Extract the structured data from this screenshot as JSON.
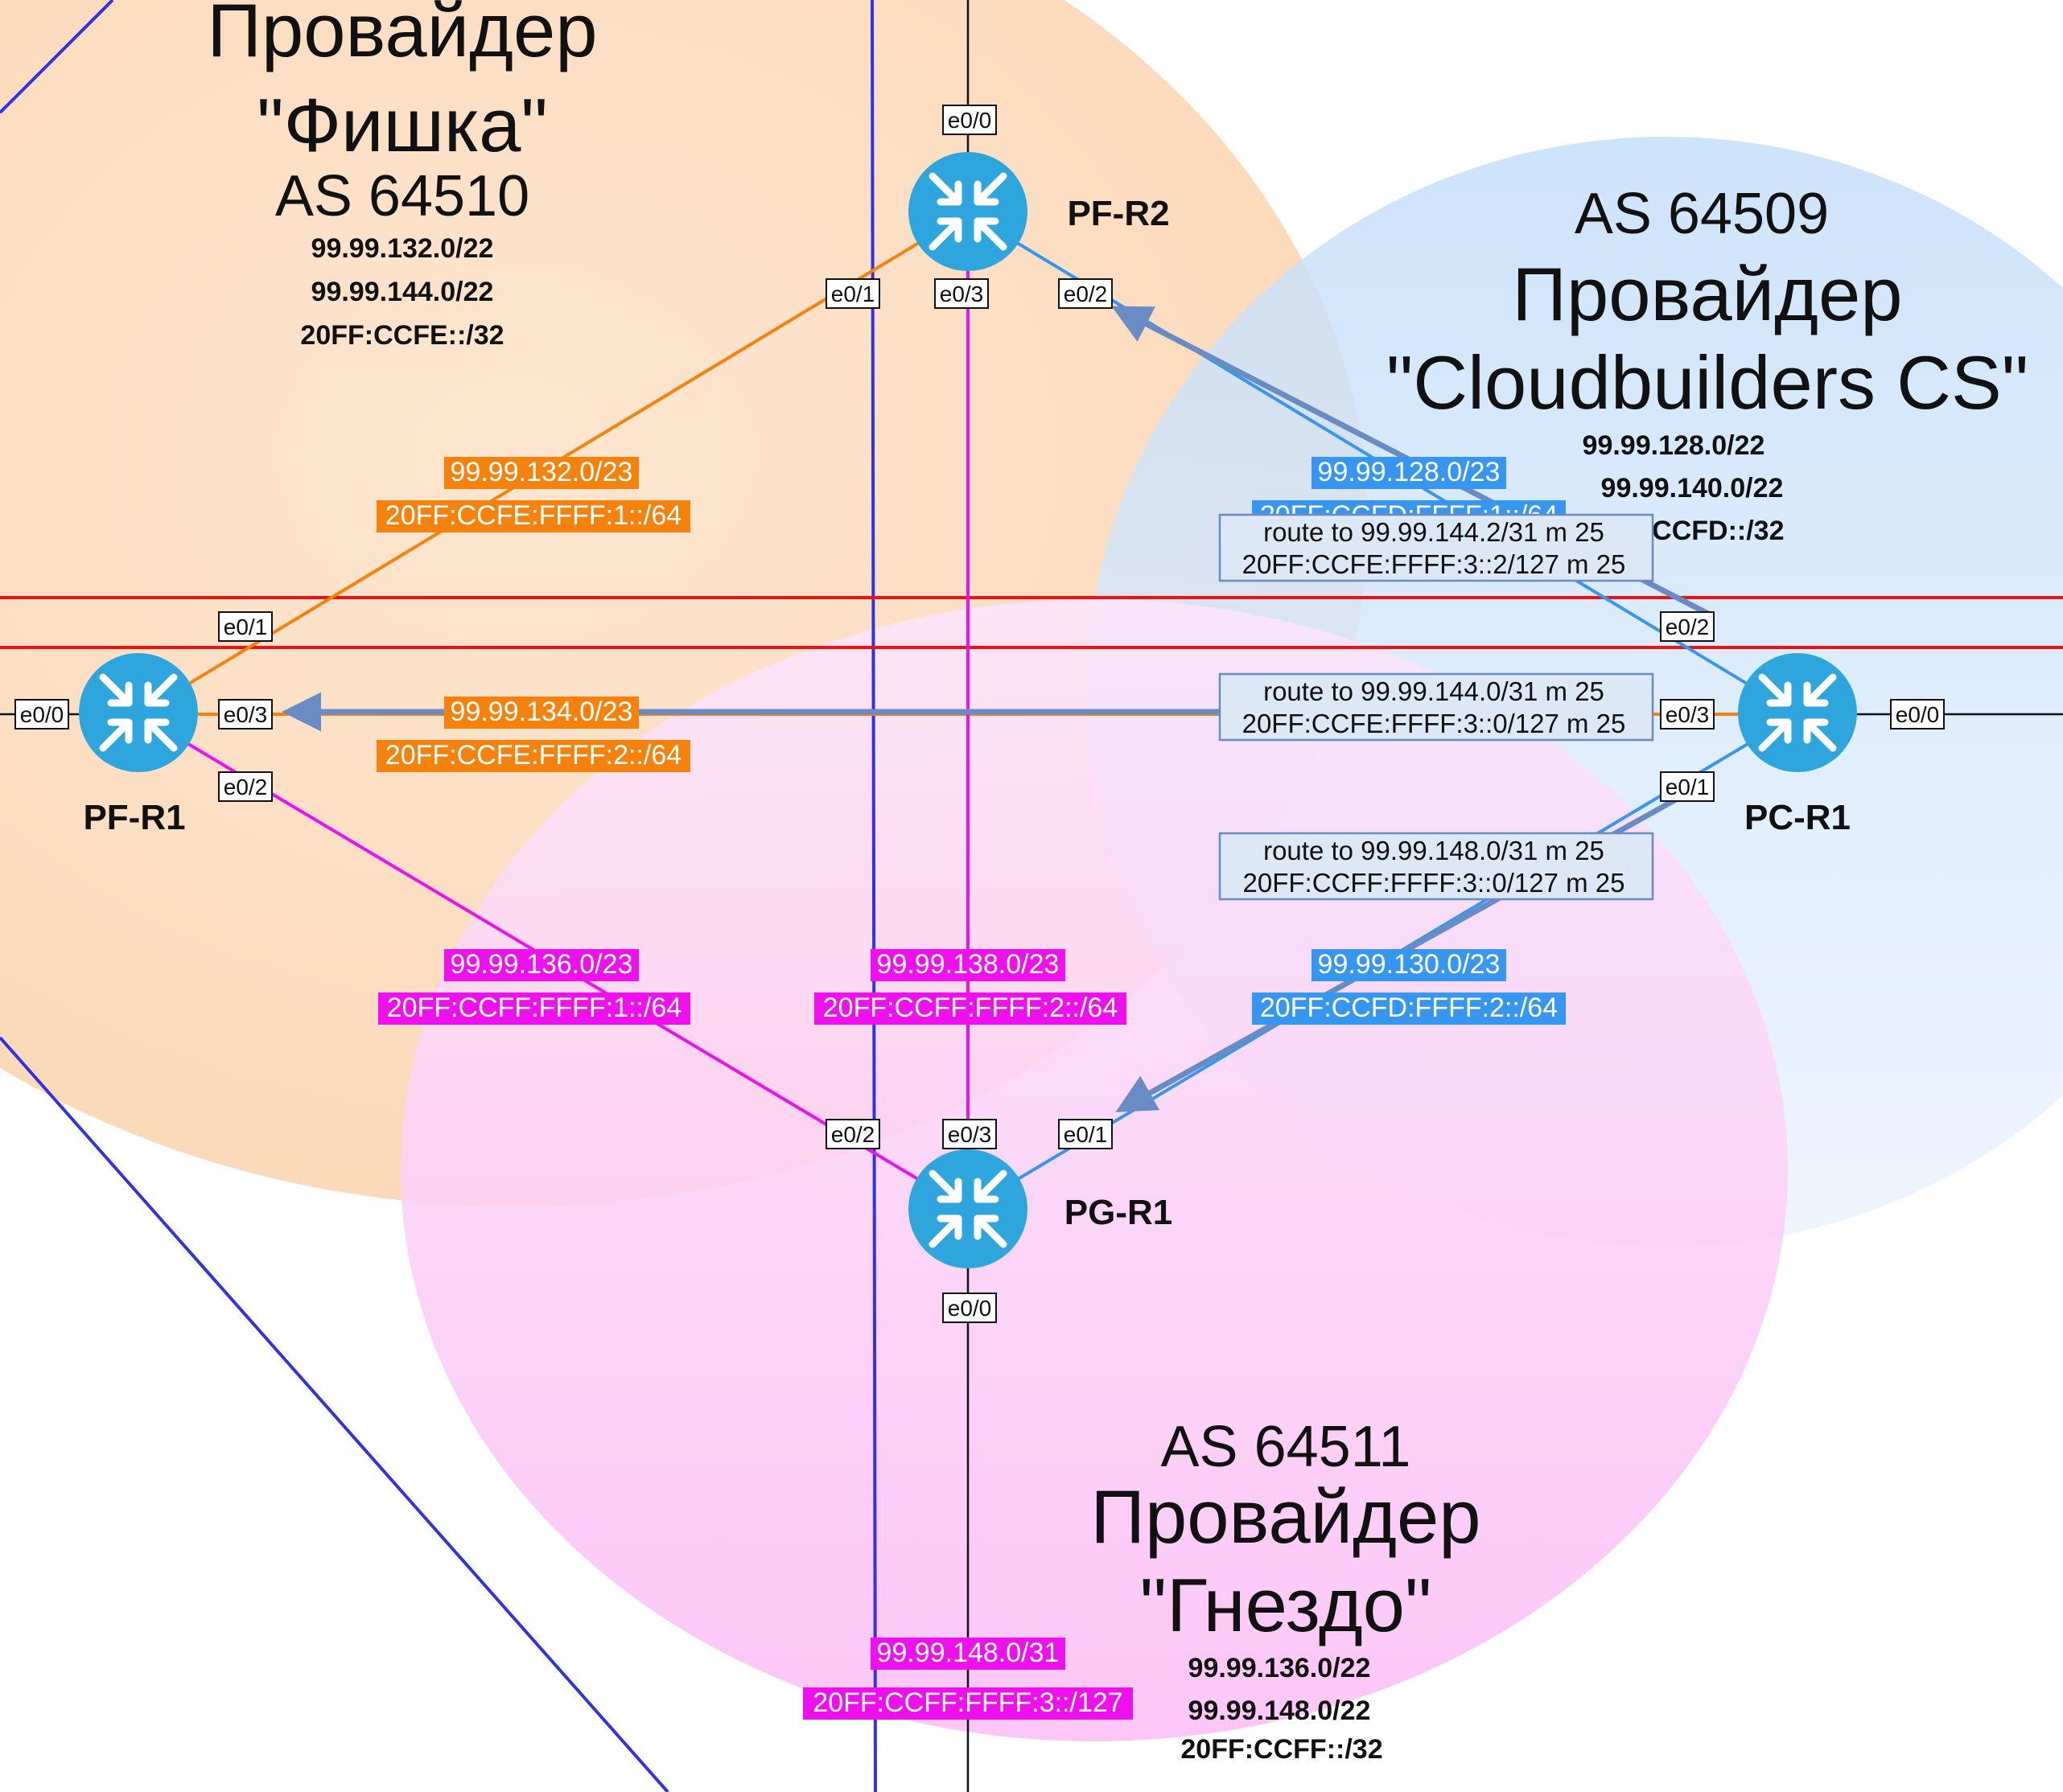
{
  "zones": {
    "fishka": {
      "title_line1": "Провайдер",
      "title_line2": "\"Фишка\"",
      "as_number": "AS 64510",
      "prefixes": [
        "99.99.132.0/22",
        "99.99.144.0/22",
        "20FF:CCFE::/32"
      ]
    },
    "cloudbuilders": {
      "as_number": "AS 64509",
      "title_line1": "Провайдер",
      "title_line2": "\"Cloudbuilders CS\"",
      "prefixes": [
        "99.99.128.0/22",
        "99.99.140.0/22",
        "20FF:CCFD::/32"
      ]
    },
    "gnezdo": {
      "as_number": "AS 64511",
      "title_line1": "Провайдер",
      "title_line2": "\"Гнездо\"",
      "prefixes": [
        "99.99.136.0/22",
        "99.99.148.0/22",
        "20FF:CCFF::/32"
      ]
    }
  },
  "routers": {
    "pf_r1": "PF-R1",
    "pf_r2": "PF-R2",
    "pc_r1": "PC-R1",
    "pg_r1": "PG-R1"
  },
  "ports": {
    "pf_r2_e00": "e0/0",
    "pf_r2_e01": "e0/1",
    "pf_r2_e03": "e0/3",
    "pf_r2_e02": "e0/2",
    "pf_r1_e01": "e0/1",
    "pf_r1_e00": "e0/0",
    "pf_r1_e03": "e0/3",
    "pf_r1_e02": "e0/2",
    "pc_r1_e02": "e0/2",
    "pc_r1_e03": "e0/3",
    "pc_r1_e00": "e0/0",
    "pc_r1_e01": "e0/1",
    "pg_r1_e02": "e0/2",
    "pg_r1_e03": "e0/3",
    "pg_r1_e01": "e0/1",
    "pg_r1_e00": "e0/0"
  },
  "links": {
    "pfr1_pfr2": {
      "v4": "99.99.132.0/23",
      "v6": "20FF:CCFE:FFFF:1::/64"
    },
    "pfr1_pcr1": {
      "v4": "99.99.134.0/23",
      "v6": "20FF:CCFE:FFFF:2::/64"
    },
    "pfr2_pcr1": {
      "v4": "99.99.128.0/23",
      "v6": "20FF:CCFD:FFFF:1::/64"
    },
    "pfr1_pgr1": {
      "v4": "99.99.136.0/23",
      "v6": "20FF:CCFF:FFFF:1::/64"
    },
    "pfr2_pgr1": {
      "v4": "99.99.138.0/23",
      "v6": "20FF:CCFF:FFFF:2::/64"
    },
    "pcr1_pgr1": {
      "v4": "99.99.130.0/23",
      "v6": "20FF:CCFD:FFFF:2::/64"
    },
    "pgr1_down": {
      "v4": "99.99.148.0/31",
      "v6": "20FF:CCFF:FFFF:3::/127"
    }
  },
  "routes": {
    "to_pfr2": {
      "line1": "route to 99.99.144.2/31 m 25",
      "line2": "20FF:CCFE:FFFF:3::2/127 m 25"
    },
    "to_pfr1": {
      "line1": "route to 99.99.144.0/31 m 25",
      "line2": "20FF:CCFE:FFFF:3::0/127 m 25"
    },
    "to_pgr1": {
      "line1": "route to 99.99.148.0/31 m 25",
      "line2": "20FF:CCFF:FFFF:3::0/127 m 25"
    }
  },
  "colors": {
    "fishka_zone": "#fbd3b0",
    "cloudbuilders_zone": "#b9d9f7",
    "gnezdo_zone": "#fbb6f3",
    "router": "#2ea6dd",
    "orange_link": "#f5820d",
    "magenta_link": "#ee11ee",
    "blue_link": "#3796f0",
    "route_arrow": "#6a8cc4",
    "red_line": "#ee1111",
    "dark_blue_line": "#3232e0"
  }
}
